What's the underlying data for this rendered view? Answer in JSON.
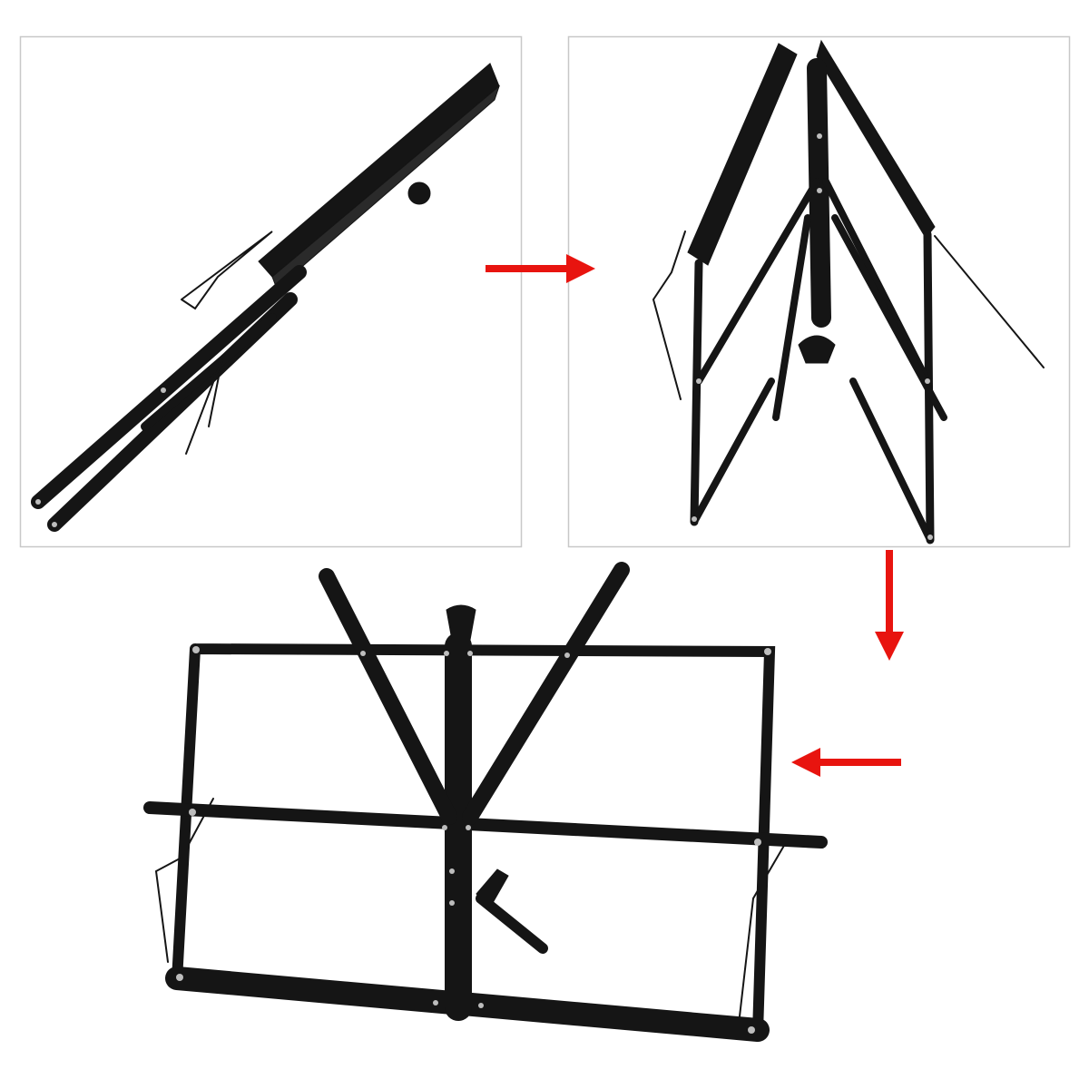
{
  "colors": {
    "background": "#ffffff",
    "panel_border": "#c8c8c8",
    "metal": "#151515",
    "rivet": "#bdbdbd",
    "arrow": "#e8140f"
  },
  "panels": [
    {
      "name": "folded-stand"
    },
    {
      "name": "half-open-stand"
    },
    {
      "name": "open-stand-desk"
    }
  ],
  "arrows": [
    {
      "icon": "arrow-right-icon"
    },
    {
      "icon": "arrow-down-icon"
    },
    {
      "icon": "arrow-left-icon"
    }
  ]
}
